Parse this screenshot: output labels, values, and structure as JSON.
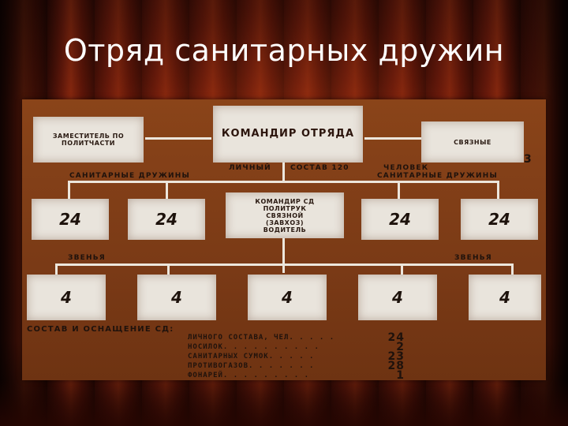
{
  "slide": {
    "title": "Отряд санитарных дружин"
  },
  "poster": {
    "commander": "КОМАНДИР ОТРЯДА",
    "deputy": "ЗАМЕСТИТЕЛЬ ПО ПОЛИТЧАСТИ",
    "reserve": "СВЯЗНЫЕ",
    "reserve_count": "3",
    "staff_line_left": "ЛИЧНЫЙ",
    "staff_line_mid": "СОСТАВ 120",
    "staff_line_right": "ЧЕЛОВЕК",
    "druzh_left": "САНИТАРНЫЕ ДРУЖИНЫ",
    "druzh_right": "САНИТАРНЫЕ ДРУЖИНЫ",
    "center_box": [
      "КОМАНДИР СД",
      "ПОЛИТРУК",
      "СВЯЗНОЙ",
      "(ЗАВХОЗ)",
      "ВОДИТЕЛЬ"
    ],
    "squads": [
      "24",
      "24",
      "24",
      "24"
    ],
    "units_left": "ЗВЕНЬЯ",
    "units_right": "ЗВЕНЬЯ",
    "units": [
      "4",
      "4",
      "4",
      "4",
      "4"
    ],
    "equipment_heading": "СОСТАВ И ОСНАЩЕНИЕ СД:",
    "equipment": [
      {
        "label": "ЛИЧНОГО СОСТАВА, ЧЕЛ. . . . .",
        "value": "24"
      },
      {
        "label": "НОСИЛОК. . . . . . . . . .",
        "value": "2"
      },
      {
        "label": "САНИТАРНЫХ СУМОК. . . . .",
        "value": "23"
      },
      {
        "label": "ПРОТИВОГАЗОВ. . . . . . .",
        "value": "28"
      },
      {
        "label": "ФОНАРЕЙ. . . . . . . . .",
        "value": "1"
      }
    ]
  }
}
